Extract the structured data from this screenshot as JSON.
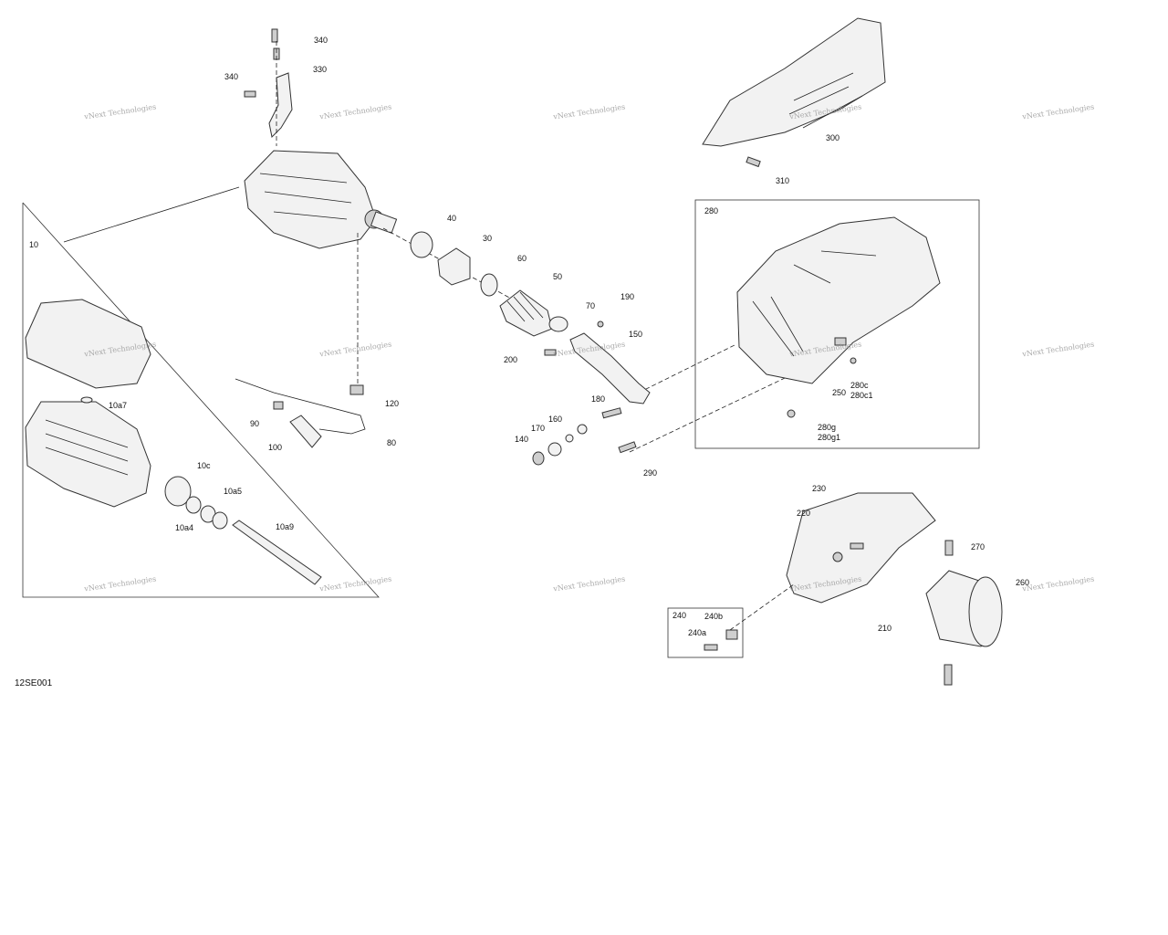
{
  "diagram_code": "12SE001",
  "watermark": "vNext Technologies",
  "callouts": {
    "p340a": "340",
    "p340b": "340",
    "p330": "330",
    "p300": "300",
    "p310": "310",
    "p10": "10",
    "p40": "40",
    "p30": "30",
    "p60": "60",
    "p50": "50",
    "p70": "70",
    "p190": "190",
    "p150": "150",
    "p200": "200",
    "p180": "180",
    "p160": "160",
    "p170": "170",
    "p140": "140",
    "p290": "290",
    "p280": "280",
    "p250": "250",
    "p280c": "280c",
    "p280c1": "280c1",
    "p280g": "280g",
    "p280g1": "280g1",
    "p120": "120",
    "p90": "90",
    "p100": "100",
    "p80": "80",
    "p10a7": "10a7",
    "p10c": "10c",
    "p10a5": "10a5",
    "p10a4": "10a4",
    "p10a9": "10a9",
    "p230": "230",
    "p220": "220",
    "p270": "270",
    "p260": "260",
    "p210": "210",
    "p240": "240",
    "p240b": "240b",
    "p240a": "240a"
  }
}
